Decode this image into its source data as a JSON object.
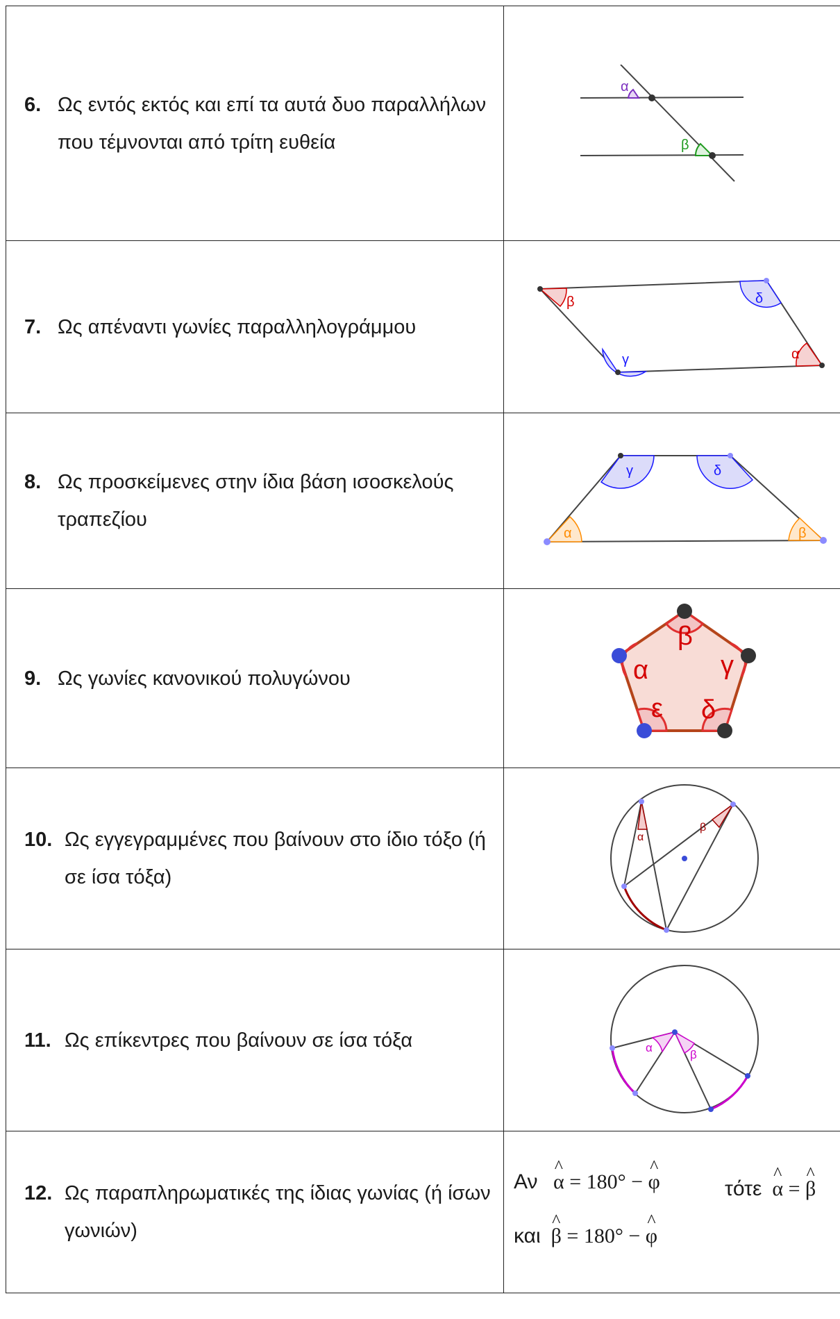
{
  "rows": [
    {
      "number": "6.",
      "text": "Ως εντός εκτός και επί τα αυτά δυο παραλλήλων που τέμνονται από τρίτη ευθεία",
      "figure": {
        "labels": [
          "α",
          "β"
        ]
      }
    },
    {
      "number": "7.",
      "text": "Ως απέναντι γωνίες παραλληλογράμμου",
      "figure": {
        "labels": [
          "β",
          "δ",
          "γ",
          "α"
        ]
      }
    },
    {
      "number": "8.",
      "text": "Ως προσκείμενες στην ίδια βάση ισοσκελούς τραπεζίου",
      "figure": {
        "labels": [
          "γ",
          "δ",
          "α",
          "β"
        ]
      }
    },
    {
      "number": "9.",
      "text": "Ως γωνίες κανονικού πολυγώνου",
      "figure": {
        "labels": [
          "β",
          "α",
          "γ",
          "ε",
          "δ"
        ]
      }
    },
    {
      "number": "10.",
      "text": "Ως εγγεγραμμένες που βαίνουν στο ίδιο τόξο (ή σε ίσα τόξα)",
      "figure": {
        "labels": [
          "α",
          "β"
        ]
      }
    },
    {
      "number": "11.",
      "text": "Ως επίκεντρες που βαίνουν σε ίσα τόξα",
      "figure": {
        "labels": [
          "α",
          "β"
        ]
      }
    },
    {
      "number": "12.",
      "text": "Ως παραπληρωματικές της ίδιας γωνίας (ή ίσων γωνιών)",
      "math": {
        "if_word": "Αν",
        "and_word": "και",
        "then_word": "τότε",
        "alpha": "α",
        "beta": "β",
        "phi": "φ",
        "rhs": "= 180° −",
        "eq": "="
      }
    }
  ],
  "colors": {
    "purple": "#7b2fbf",
    "green": "#1f9a1f",
    "red": "#d40000",
    "blue": "#1a1aff",
    "orange": "#ff8c00",
    "brown": "#b5451b",
    "magenta": "#cc00cc",
    "darkred": "#a00000"
  }
}
